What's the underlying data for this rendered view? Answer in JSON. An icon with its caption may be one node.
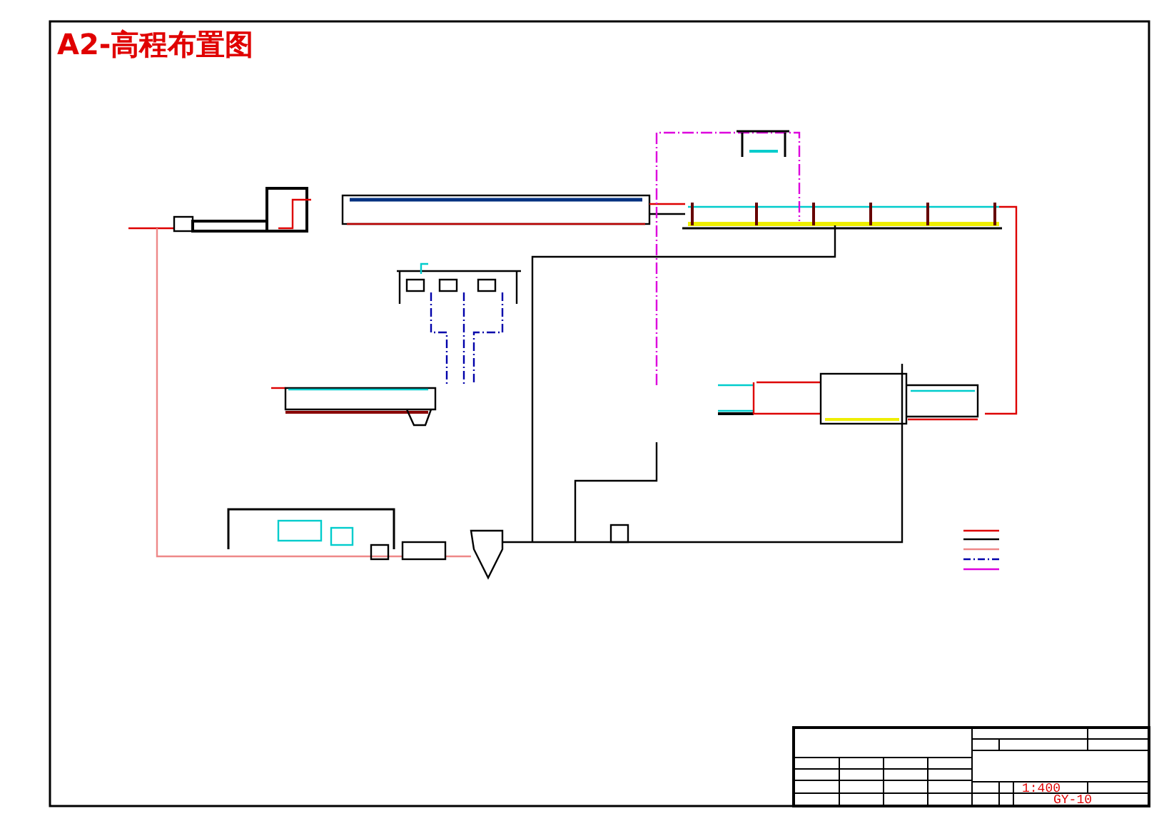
{
  "diagram": {
    "title": "A2-高程布置图",
    "labels": [
      "1:400",
      "GY-10"
    ]
  }
}
